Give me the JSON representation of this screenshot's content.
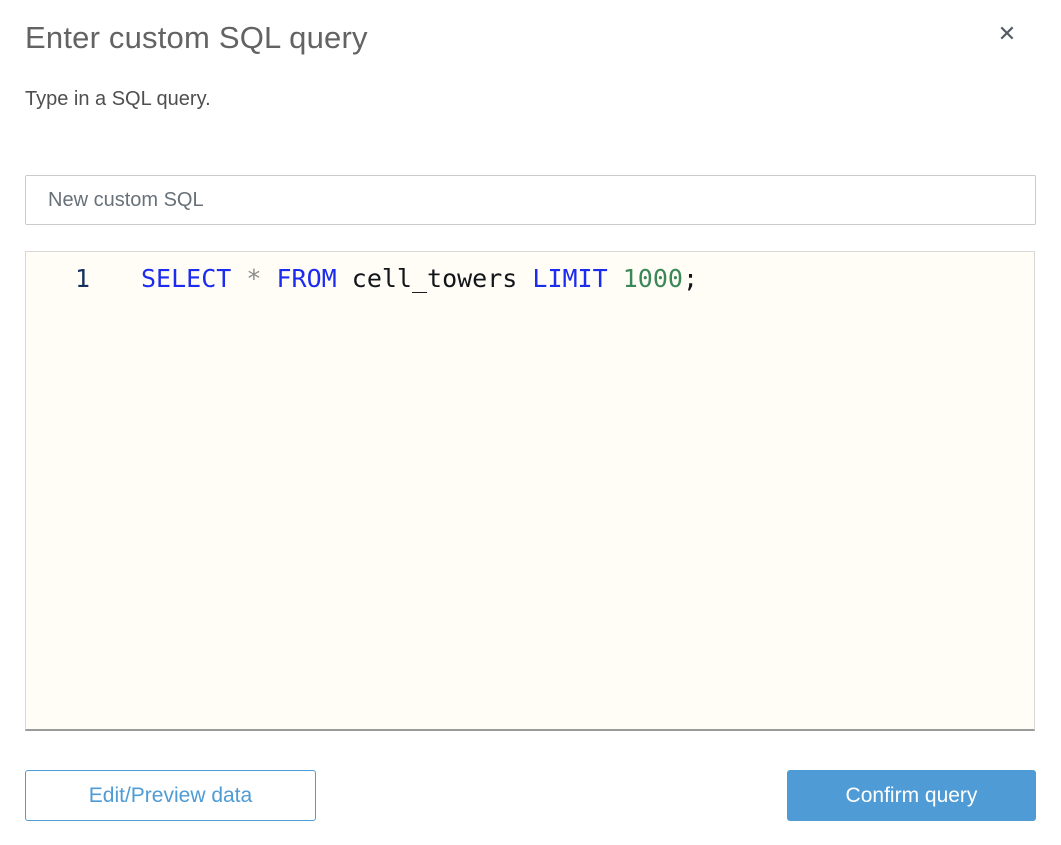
{
  "dialog": {
    "title": "Enter custom SQL query",
    "subtitle": "Type in a SQL query.",
    "close_glyph": "✕"
  },
  "name_input": {
    "value": "New custom SQL"
  },
  "editor": {
    "line_number": "1",
    "query_plain": "SELECT * FROM cell_towers LIMIT 1000;",
    "tokens": [
      {
        "text": "SELECT",
        "type": "keyword"
      },
      {
        "text": " ",
        "type": "plain"
      },
      {
        "text": "*",
        "type": "operator"
      },
      {
        "text": " ",
        "type": "plain"
      },
      {
        "text": "FROM",
        "type": "keyword"
      },
      {
        "text": " cell_towers ",
        "type": "plain"
      },
      {
        "text": "LIMIT",
        "type": "keyword"
      },
      {
        "text": " ",
        "type": "plain"
      },
      {
        "text": "1000",
        "type": "number"
      },
      {
        "text": ";",
        "type": "plain"
      }
    ]
  },
  "buttons": {
    "edit_preview": "Edit/Preview data",
    "confirm": "Confirm query"
  },
  "colors": {
    "accent_blue": "#4e9bd5",
    "editor_bg": "#fffdf6",
    "line_number": "#16325c",
    "keyword": "#1b2bf0",
    "operator": "#8c8c8c",
    "number": "#3a8757",
    "plain": "#121519"
  }
}
